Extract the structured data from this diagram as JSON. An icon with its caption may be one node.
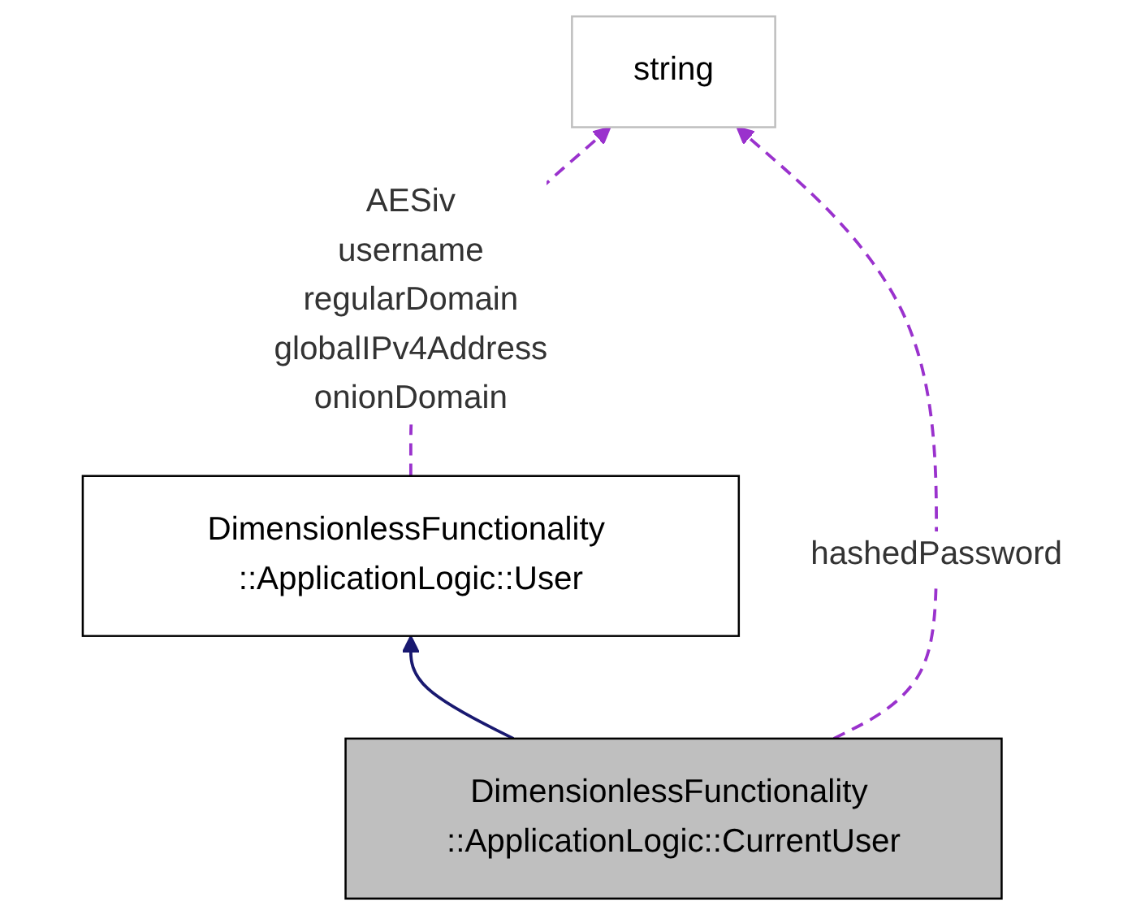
{
  "diagram": {
    "nodes": [
      {
        "text": [
          "string"
        ]
      },
      {
        "text": [
          "DimensionlessFunctionality ::ApplicationLogic::User"
        ]
      },
      {
        "text": [
          "DimensionlessFunctionality ::ApplicationLogic::CurrentUser"
        ]
      }
    ],
    "edges": [
      {
        "from": 1,
        "to": 0,
        "arrow": "to",
        "label": "AESiv username regularDomain globalIPv4Address onionDomain",
        "style": "dashed",
        "color": "#9a32cd"
      },
      {
        "from": 2,
        "to": 0,
        "arrow": "to",
        "label": "hashedPassword",
        "style": "dashed",
        "color": "#9a32cd"
      },
      {
        "from": 2,
        "to": 1,
        "arrow": "to",
        "color": "#191970"
      }
    ]
  }
}
